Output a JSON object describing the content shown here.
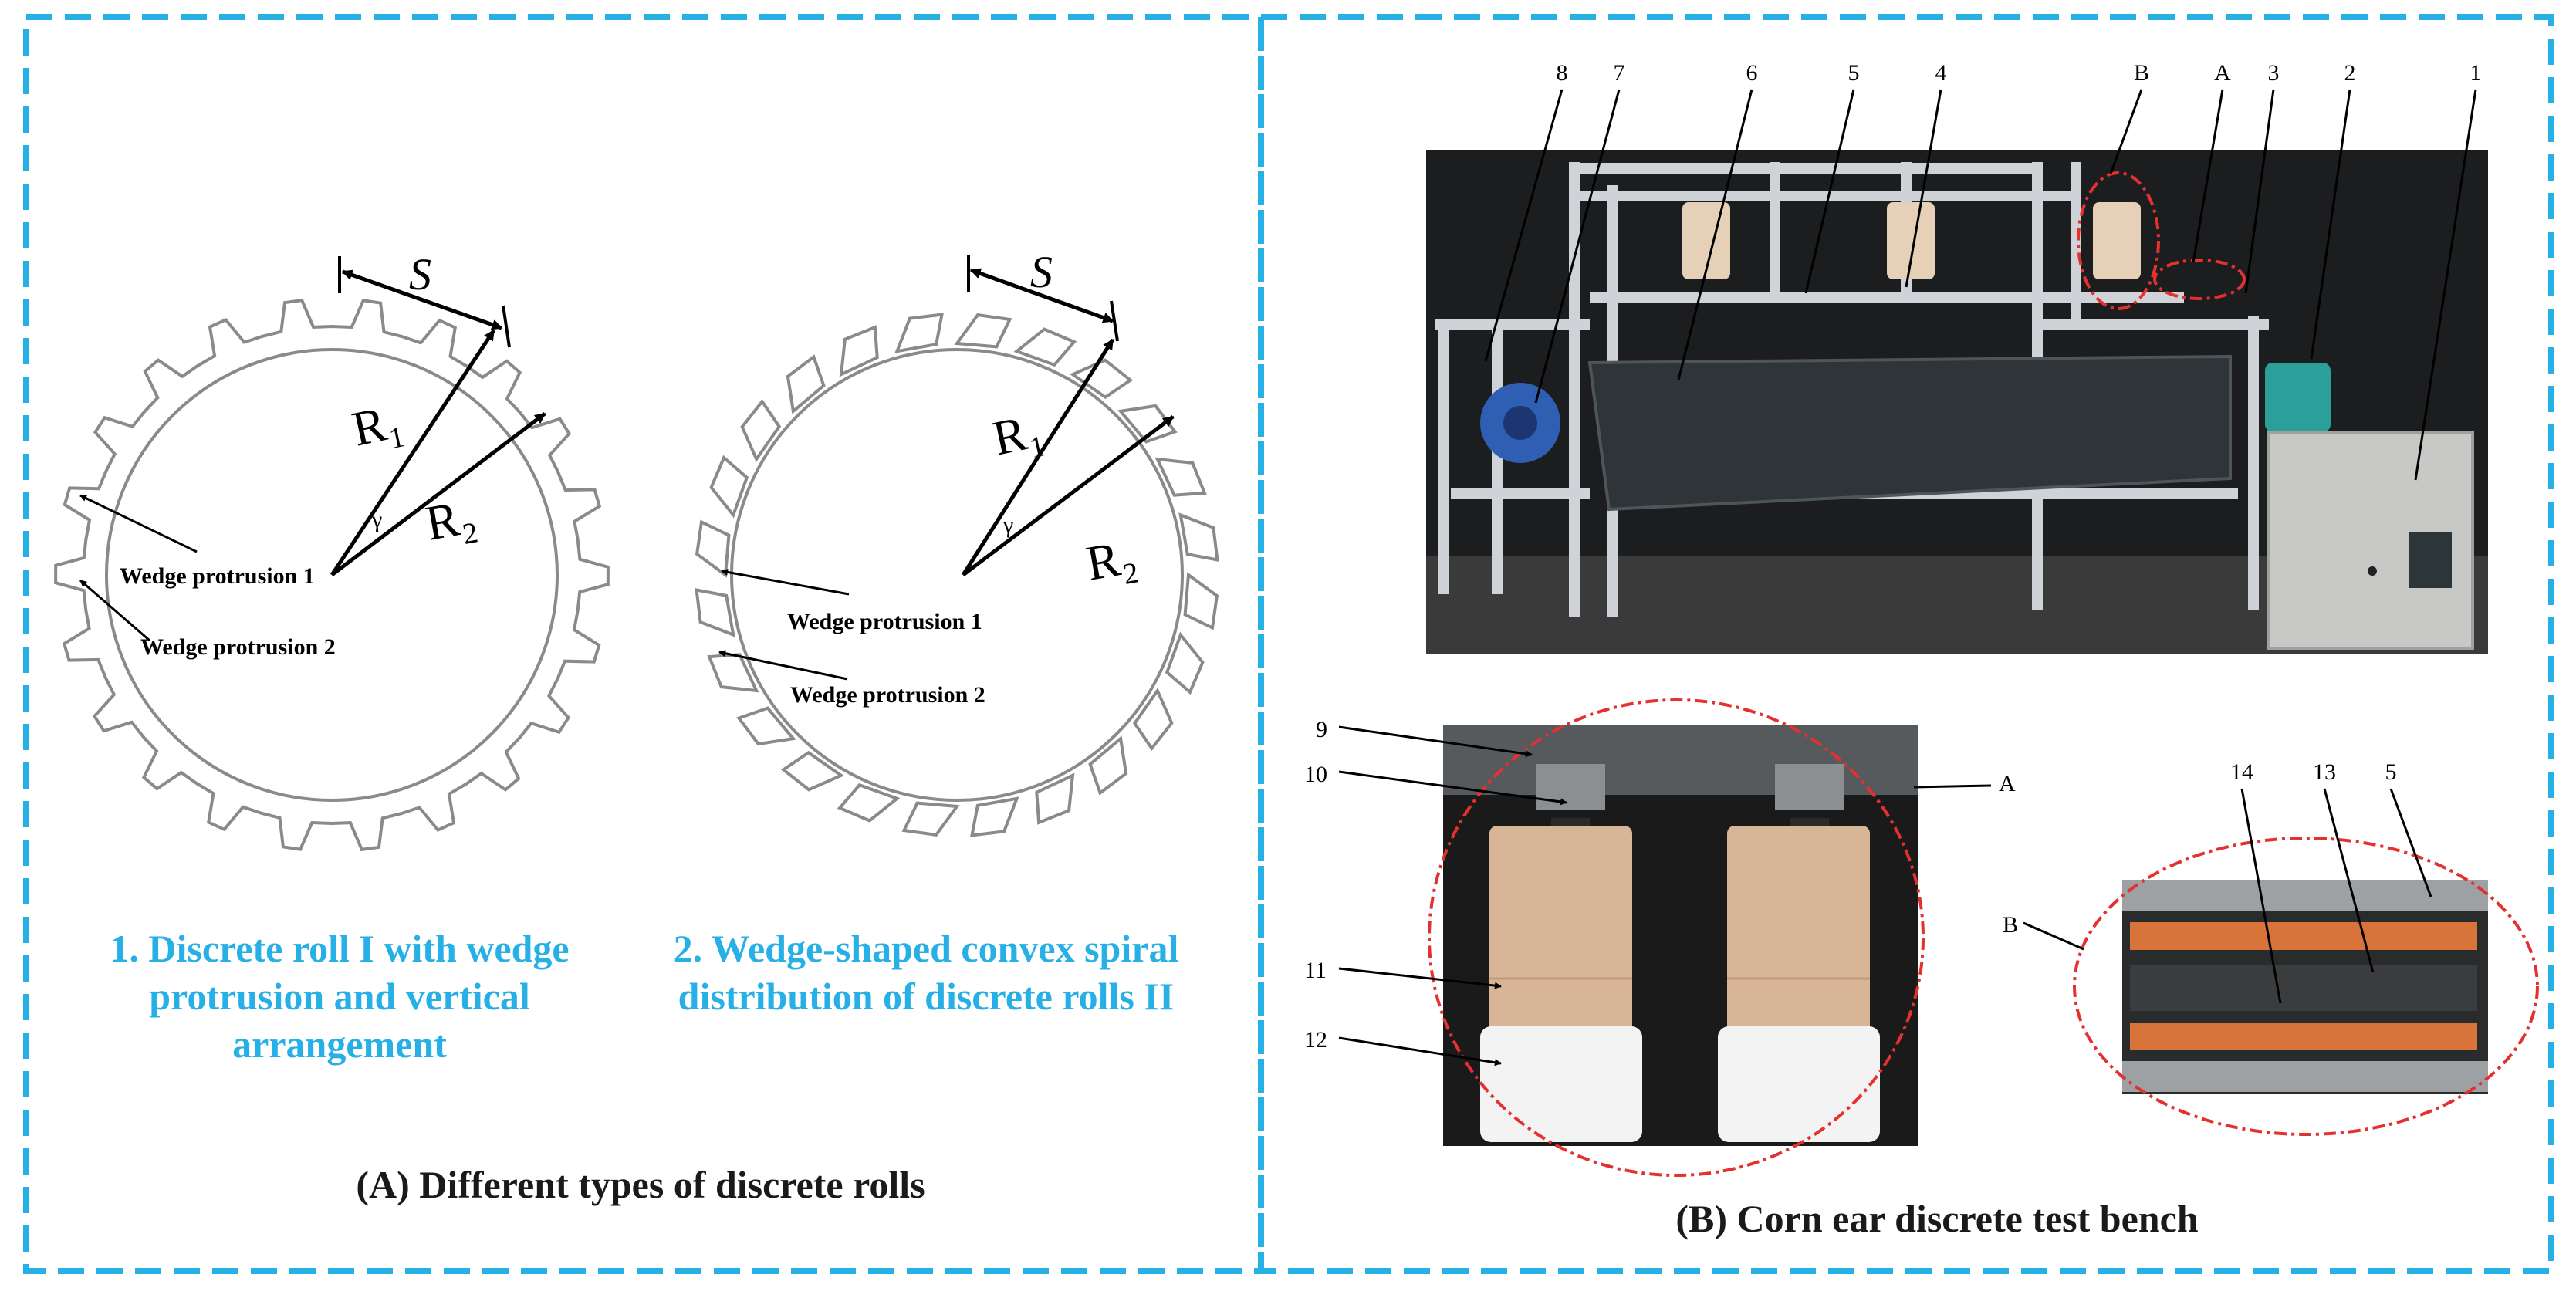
{
  "panel_a": {
    "caption": "(A)  Different types of discrete rolls",
    "roll1": {
      "title": "1. Discrete roll I with wedge protrusion and vertical arrangement",
      "label_s": "S",
      "label_r1": "R₁",
      "label_r2": "R₂",
      "label_gamma": "γ",
      "wedge1": "Wedge protrusion 1",
      "wedge2": "Wedge protrusion 2"
    },
    "roll2": {
      "title": "2. Wedge-shaped convex spiral distribution of discrete rolls II",
      "label_s": "S",
      "label_r1": "R₁",
      "label_r2": "R₂",
      "label_gamma": "γ",
      "wedge1": "Wedge protrusion 1",
      "wedge2": "Wedge protrusion 2"
    }
  },
  "panel_b": {
    "caption": "(B)  Corn ear discrete test bench",
    "top_callouts": [
      "8",
      "7",
      "6",
      "5",
      "4",
      "B",
      "A",
      "3",
      "2",
      "1"
    ],
    "detail_a_callouts": [
      "9",
      "10",
      "11",
      "12",
      "A"
    ],
    "detail_b_callouts": [
      "14",
      "13",
      "5",
      "B"
    ]
  },
  "colors": {
    "frame_border": "#27B0E6",
    "caption_blue": "#27B0E6",
    "highlight_red": "#E53030"
  }
}
